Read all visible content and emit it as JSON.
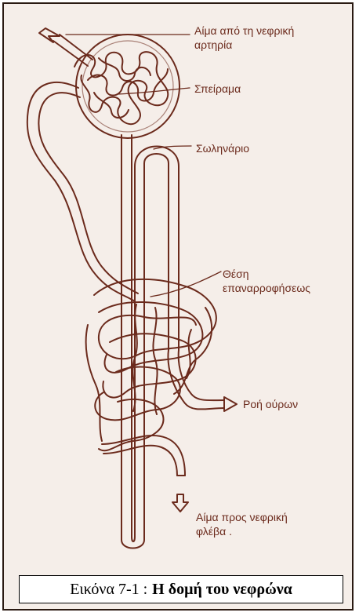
{
  "labels": {
    "renal_artery": "Αίμα από τη νεφρική\nαρτηρία",
    "glomerulus": "Σπείραμα",
    "tubule": "Σωληνάριο",
    "reabsorption": "Θέση\nεπαναρροφήσεως",
    "urine_flow": "Ροή ούρων",
    "renal_vein": "Αίμα προς νεφρική\nφλέβα ."
  },
  "caption": {
    "prefix": "Εικόνα 7-1 :",
    "title": "Η δομή του νεφρώνα"
  },
  "colors": {
    "line": "#6b2a1c",
    "background": "#f5eee9",
    "frame": "#2a1a12"
  }
}
